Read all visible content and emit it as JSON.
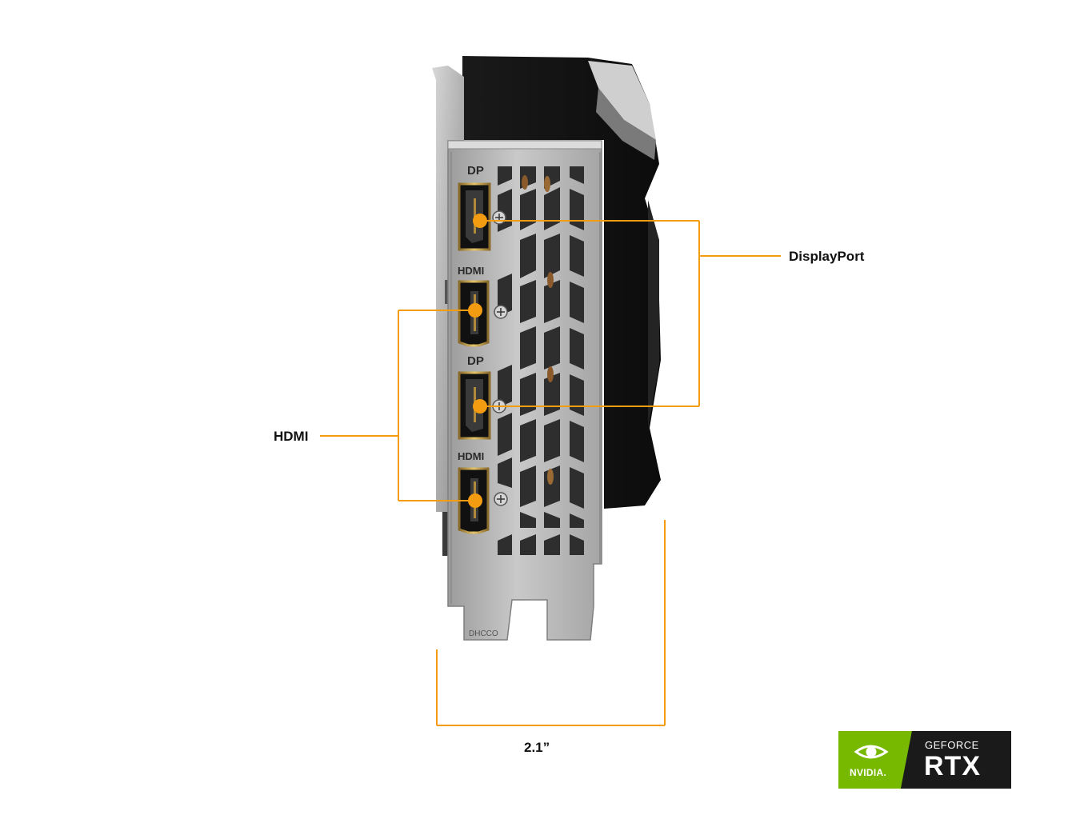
{
  "callouts": {
    "displayport": "DisplayPort",
    "hdmi": "HDMI",
    "bracket_width": "2.1”"
  },
  "bracket_text": {
    "dp_1": "DP",
    "hdmi_1": "HDMI",
    "dp_2": "DP",
    "hdmi_2": "HDMI",
    "stamp": "DHCCO"
  },
  "badge": {
    "brand": "NVIDIA.",
    "line1": "GEFORCE",
    "line2": "RTX"
  },
  "colors": {
    "accent_orange": "#f39c12",
    "nvidia_green": "#76b900",
    "badge_dark": "#1a1a1a",
    "bracket_silver": "#b9b9b9"
  }
}
